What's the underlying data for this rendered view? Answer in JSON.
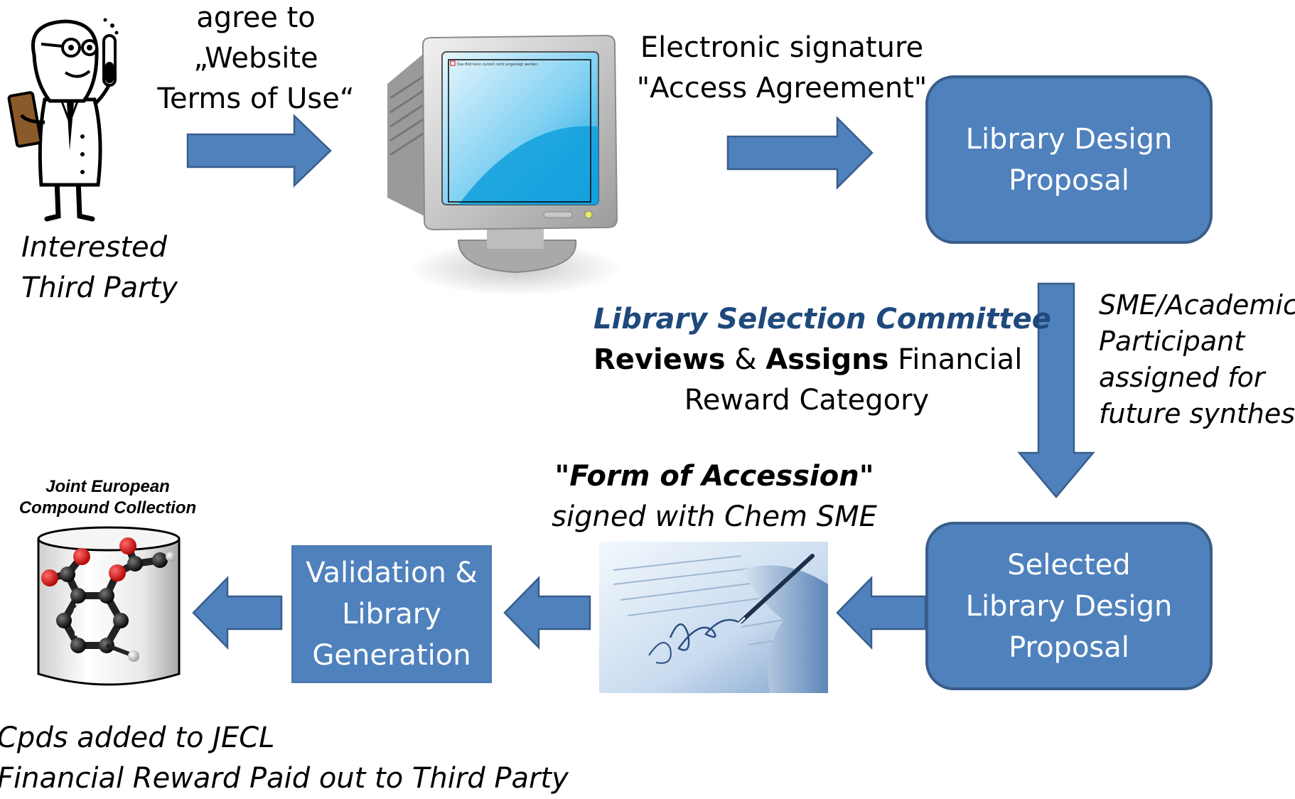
{
  "scientist": {
    "caption": [
      "Interested",
      "Third Party"
    ]
  },
  "step_terms": {
    "lines": [
      "agree to",
      "„Website",
      "Terms of Use“"
    ]
  },
  "step_signature": {
    "lines": [
      "Electronic signature",
      "\"Access Agreement\""
    ]
  },
  "monitor": {
    "error_text": "Das Bild kann zurzeit nicht angezeigt werden."
  },
  "box_proposal": {
    "lines": [
      "Library Design",
      "Proposal"
    ]
  },
  "committee": {
    "title": "Library Selection Committee",
    "reviews": "Reviews",
    "amp": " & ",
    "assigns": "Assigns",
    "financial": " Financial",
    "line3": "Reward Category"
  },
  "sme_note": {
    "lines": [
      "SME/Academic",
      "Participant",
      "assigned for",
      "future synthesis"
    ]
  },
  "box_selected": {
    "lines": [
      "Selected",
      "Library Design",
      "Proposal"
    ]
  },
  "accession": {
    "title": "\"Form of Accession\"",
    "subtitle": "signed with Chem SME"
  },
  "box_validation": {
    "lines": [
      "Validation &",
      "Library",
      "Generation"
    ]
  },
  "jecl": {
    "label_lines": [
      "Joint European",
      "Compound Collection"
    ],
    "caption": [
      "Cpds added to JECL",
      "Financial Reward Paid out to Third Party"
    ]
  },
  "colors": {
    "box_fill": "#4f81bd",
    "box_border": "#385d8a",
    "committee_title": "#1f497d"
  }
}
